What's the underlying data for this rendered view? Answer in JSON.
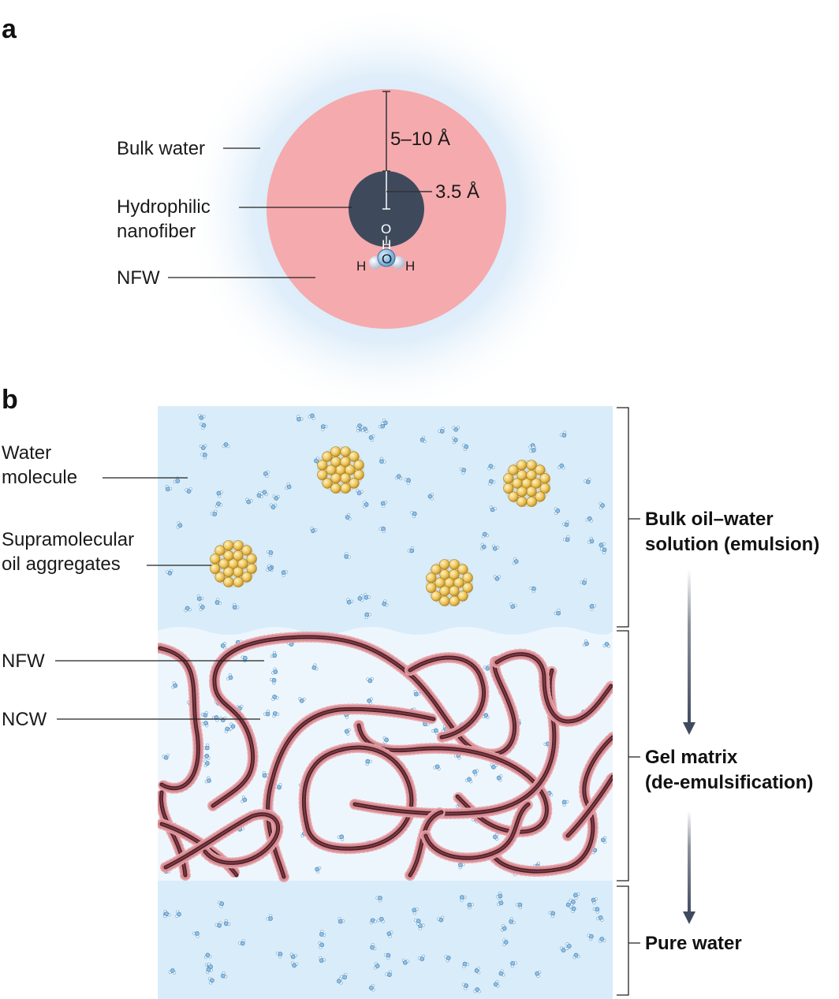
{
  "panel_a": {
    "letter": "a",
    "labels": {
      "bulk_water": "Bulk water",
      "hydrophilic_line1": "Hydrophilic",
      "hydrophilic_line2": "nanofiber",
      "nfw": "NFW",
      "dim_outer": "5–10 Å",
      "dim_inner": "3.5 Å"
    },
    "water_atoms": {
      "o_top": "O",
      "h_top": "H",
      "o_center": "O",
      "h_left": "H",
      "h_right": "H"
    }
  },
  "panel_b": {
    "letter": "b",
    "labels": {
      "water_line1": "Water",
      "water_line2": "molecule",
      "supra_line1": "Supramolecular",
      "supra_line2": "oil aggregates",
      "nfw": "NFW",
      "ncw": "NCW"
    },
    "stages": {
      "bulk_line1": "Bulk oil–water",
      "bulk_line2": "solution (emulsion)",
      "gel_line1": "Gel matrix",
      "gel_line2": "(de-emulsification)",
      "pure": "Pure water"
    }
  },
  "colors": {
    "bulk_water_halo": "#d6e9f8",
    "nfw_zone": "#f5aaae",
    "nanofiber": "#3e4a5c",
    "water_bg": "#d9ecf9",
    "gel_bg": "#eef6fd",
    "fiber": "#5a2a32",
    "fiber_beads": "#d98a92",
    "oil_aggregate": "#e8c25a",
    "arrow": "#3f4a5e"
  }
}
